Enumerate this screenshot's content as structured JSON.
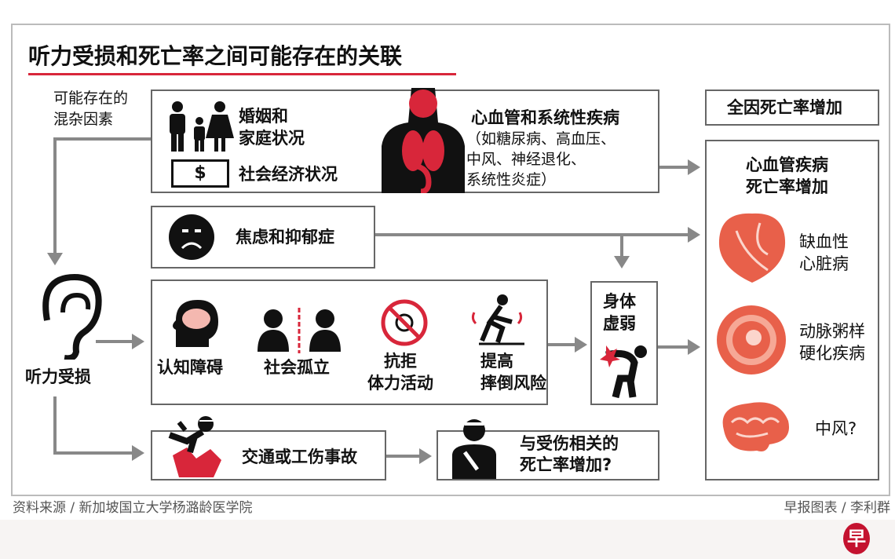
{
  "title": "听力受损和死亡率之间可能存在的关联",
  "confounders_label": "可能存在的\n混杂因素",
  "confounders": {
    "marital": "婚姻和\n家庭状况",
    "socioeconomic": "社会经济状况",
    "dollar": "$",
    "cardio_title": "心血管和系统性疾病",
    "cardio_detail": "（如糖尿病、高血压、\n中风、神经退化、\n系统性炎症）"
  },
  "anxiety": "焦虑和抑郁症",
  "hearing_loss": "听力受损",
  "mediators": {
    "cognitive": "认知障碍",
    "isolation": "社会孤立",
    "inactivity": "抗拒\n体力活动",
    "falls": "提高\n摔倒风险"
  },
  "frailty": "身体\n虚弱",
  "accident": "交通或工伤事故",
  "injury_mortality": "与受伤相关的\n死亡率增加?",
  "all_cause": "全因死亡率增加",
  "cvd_mortality": "心血管疾病\n死亡率增加",
  "outcomes": {
    "ihd": "缺血性\n心脏病",
    "athero": "动脉粥样\n硬化疾病",
    "stroke": "中风?"
  },
  "source": "资料来源 / 新加坡国立大学杨潞龄医学院",
  "credit": "早报图表 / 李利群",
  "logo_text": "早",
  "colors": {
    "accent": "#d8263a",
    "organ": "#e8604a"
  }
}
